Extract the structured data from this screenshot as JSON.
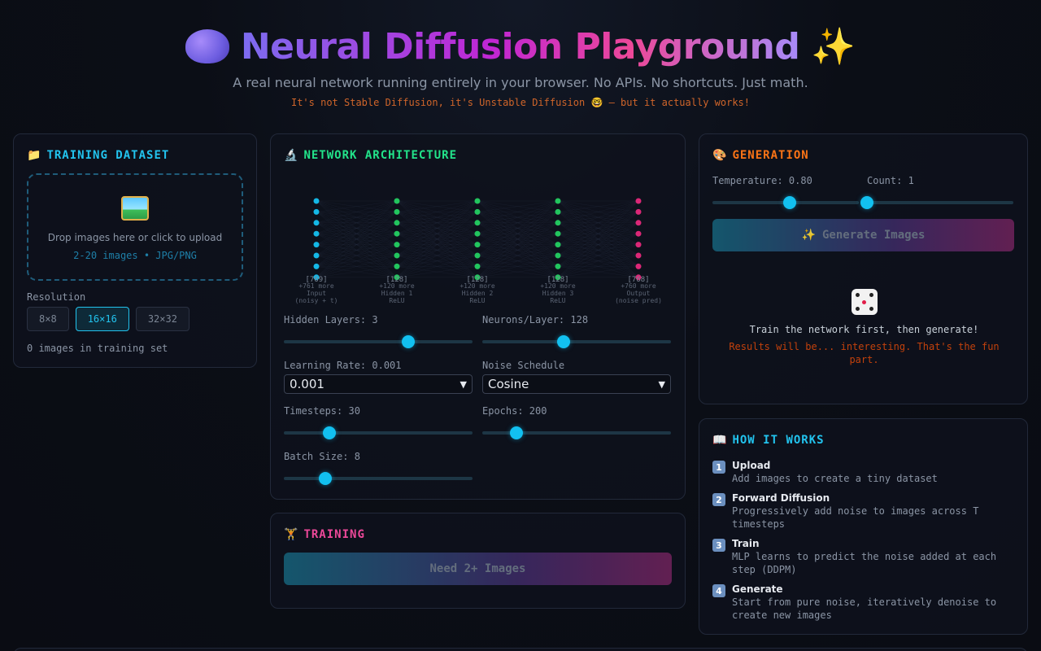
{
  "header": {
    "title": "Neural Diffusion Playground",
    "subtitle": "A real neural network running entirely in your browser. No APIs. No shortcuts. Just math.",
    "tagline": "It's not Stable Diffusion, it's Unstable Diffusion 🤓 — but it actually works!"
  },
  "dataset": {
    "title": "TRAINING DATASET",
    "drop_text": "Drop images here or click to upload",
    "drop_hint": "2-20 images • JPG/PNG",
    "resolution_label": "Resolution",
    "resolutions": [
      "8×8",
      "16×16",
      "32×32"
    ],
    "selected_resolution": "16×16",
    "count_text": "0 images in training set"
  },
  "architecture": {
    "title": "NETWORK ARCHITECTURE",
    "layers": [
      {
        "count": "[769]",
        "more": "+761 more",
        "name": "Input",
        "sub": "(noisy + t)",
        "color": "#14b8e6"
      },
      {
        "count": "[128]",
        "more": "+120 more",
        "name": "Hidden 1",
        "sub": "ReLU",
        "color": "#22c55e"
      },
      {
        "count": "[128]",
        "more": "+120 more",
        "name": "Hidden 2",
        "sub": "ReLU",
        "color": "#22c55e"
      },
      {
        "count": "[128]",
        "more": "+120 more",
        "name": "Hidden 3",
        "sub": "ReLU",
        "color": "#22c55e"
      },
      {
        "count": "[768]",
        "more": "+760 more",
        "name": "Output",
        "sub": "(noise pred)",
        "color": "#db2777"
      }
    ],
    "hidden_layers_label": "Hidden Layers: 3",
    "hidden_layers_value": 0.66,
    "neurons_label": "Neurons/Layer: 128",
    "neurons_value": 0.43,
    "learning_rate_label": "Learning Rate: 0.001",
    "learning_rate_value": "0.001",
    "noise_schedule_label": "Noise Schedule",
    "noise_schedule_value": "Cosine",
    "timesteps_label": "Timesteps: 30",
    "timesteps_value": 0.24,
    "epochs_label": "Epochs: 200",
    "epochs_value": 0.18,
    "batch_label": "Batch Size: 8",
    "batch_value": 0.22
  },
  "training": {
    "title": "TRAINING",
    "button": "Need 2+ Images"
  },
  "generation": {
    "title": "GENERATION",
    "temperature_label": "Temperature: 0.80",
    "temperature_value": 0.53,
    "count_label": "Count: 1",
    "count_value": 0.0,
    "button": "Generate Images",
    "empty_msg": "Train the network first, then generate!",
    "empty_sub": "Results will be... interesting. That's the fun part."
  },
  "how": {
    "title": "HOW IT WORKS",
    "steps": [
      {
        "num": "1",
        "title": "Upload",
        "desc": "Add images to create a tiny dataset"
      },
      {
        "num": "2",
        "title": "Forward Diffusion",
        "desc": "Progressively add noise to images across T timesteps"
      },
      {
        "num": "3",
        "title": "Train",
        "desc": "MLP learns to predict the noise added at each step (DDPM)"
      },
      {
        "num": "4",
        "title": "Generate",
        "desc": "Start from pure noise, iteratively denoise to create new images"
      }
    ]
  },
  "icons": {
    "folder": "📁",
    "microscope": "🔬",
    "lifter": "🏋️",
    "palette": "🎨",
    "book": "📖",
    "sparkles": "✨"
  }
}
